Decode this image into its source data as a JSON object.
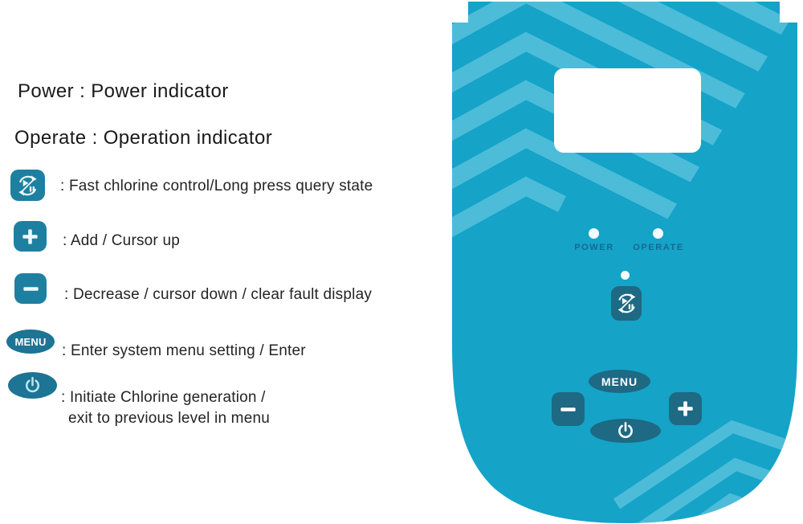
{
  "legend": {
    "heading_power": "Power : Power indicator",
    "heading_operate": "Operate : Operation indicator",
    "rows": [
      {
        "icon": "fast-chlorine-cycle",
        "label": ": Fast chlorine control/Long press query state"
      },
      {
        "icon": "plus",
        "label": ": Add / Cursor up"
      },
      {
        "icon": "minus",
        "label": ": Decrease / cursor down / clear fault display"
      },
      {
        "icon": "menu",
        "icon_text": "MENU",
        "label": ": Enter system menu setting / Enter"
      },
      {
        "icon": "power",
        "label_line1": ": Initiate Chlorine generation /",
        "label_line2": "exit to previous level in menu"
      }
    ]
  },
  "panel": {
    "power_label": "POWER",
    "operate_label": "OPERATE",
    "menu_button_label": "MENU",
    "leds": [
      "power-led",
      "operate-led",
      "fast-chlorine-led"
    ],
    "colors": {
      "base_teal": "#15A3C8",
      "stripe_light": "#4DBCD9",
      "button_dark": "#1E6983",
      "label_blue": "#156A92",
      "led_white": "#F2FBFD",
      "display_window": "#FFFFFF"
    }
  }
}
